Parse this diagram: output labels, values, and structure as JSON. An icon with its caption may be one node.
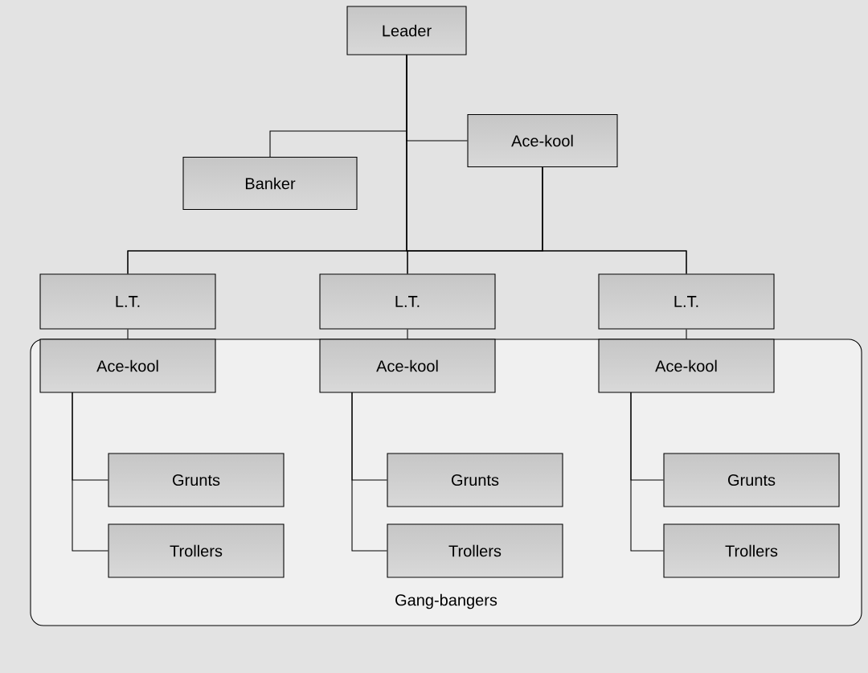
{
  "diagram": {
    "nodes": [
      {
        "text": [
          "Leader"
        ]
      },
      {
        "text": [
          "Ace-kool"
        ]
      },
      {
        "text": [
          "Banker"
        ]
      },
      {
        "text": [
          "L.T."
        ]
      },
      {
        "text": [
          "L.T."
        ]
      },
      {
        "text": [
          "L.T."
        ]
      },
      {
        "text": [
          "Gang-bangers"
        ]
      },
      {
        "text": [
          "Ace-kool"
        ],
        "in": 6
      },
      {
        "text": [
          "Ace-kool"
        ],
        "in": 6
      },
      {
        "text": [
          "Ace-kool"
        ],
        "in": 6
      },
      {
        "text": [
          "Grunts"
        ],
        "in": 6
      },
      {
        "text": [
          "Trollers"
        ],
        "in": 6
      },
      {
        "text": [
          "Grunts"
        ],
        "in": 6
      },
      {
        "text": [
          "Trollers"
        ],
        "in": 6
      },
      {
        "text": [
          "Grunts"
        ],
        "in": 6
      },
      {
        "text": [
          "Trollers"
        ],
        "in": 6
      }
    ],
    "edges": [
      {
        "from": 0,
        "to": 2,
        "arrow": "none"
      },
      {
        "from": 0,
        "to": 1,
        "arrow": "none"
      },
      {
        "from": 0,
        "to": 3,
        "arrow": "none"
      },
      {
        "from": 0,
        "to": 4,
        "arrow": "none"
      },
      {
        "from": 0,
        "to": 5,
        "arrow": "none"
      },
      {
        "from": 1,
        "to": 3,
        "arrow": "none"
      },
      {
        "from": 1,
        "to": 4,
        "arrow": "none"
      },
      {
        "from": 1,
        "to": 5,
        "arrow": "none"
      },
      {
        "from": 3,
        "to": 7,
        "arrow": "none"
      },
      {
        "from": 4,
        "to": 8,
        "arrow": "none"
      },
      {
        "from": 5,
        "to": 9,
        "arrow": "none"
      },
      {
        "from": 7,
        "to": 10,
        "arrow": "none"
      },
      {
        "from": 7,
        "to": 11,
        "arrow": "none"
      },
      {
        "from": 8,
        "to": 12,
        "arrow": "none"
      },
      {
        "from": 8,
        "to": 13,
        "arrow": "none"
      },
      {
        "from": 9,
        "to": 14,
        "arrow": "none"
      },
      {
        "from": 9,
        "to": 15,
        "arrow": "none"
      }
    ]
  }
}
